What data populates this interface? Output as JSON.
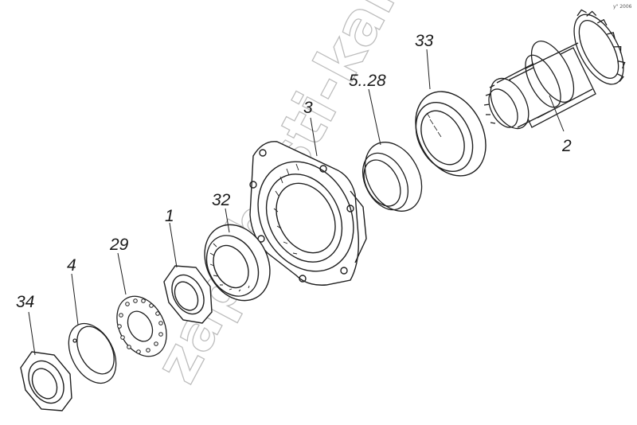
{
  "labels": {
    "l34": "34",
    "l4": "4",
    "l29": "29",
    "l1": "1",
    "l32": "32",
    "l3": "3",
    "l5_28": "5..28",
    "l33": "33",
    "l2": "2"
  },
  "watermark": "zapchasti-kamaz.ru",
  "corner_mark": "y\" 2006",
  "colors": {
    "ink": "#1e1e1e",
    "watermark": "#bdbdbd"
  }
}
